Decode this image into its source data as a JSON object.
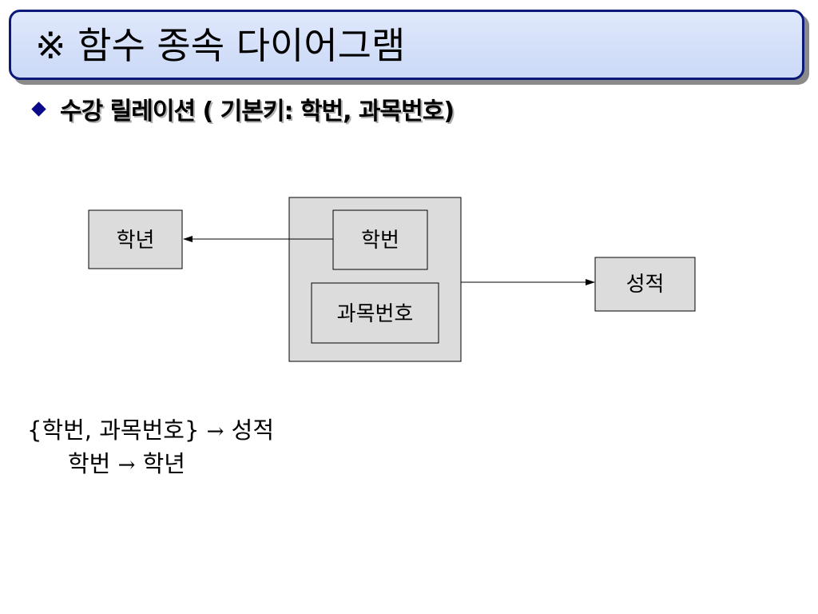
{
  "title": "※ 함수 종속 다이어그램",
  "subtitle": "수강 릴레이션 ( 기본키: 학번, 과목번호)",
  "diagram": {
    "nodes": {
      "grade_year": "학년",
      "student_id": "학번",
      "course_id": "과목번호",
      "score": "성적"
    }
  },
  "dependencies": [
    {
      "lhs": "{학번, 과목번호}",
      "arrow": "→",
      "rhs": "성적"
    },
    {
      "lhs": "학번",
      "arrow": "→",
      "rhs": "학년"
    }
  ]
}
